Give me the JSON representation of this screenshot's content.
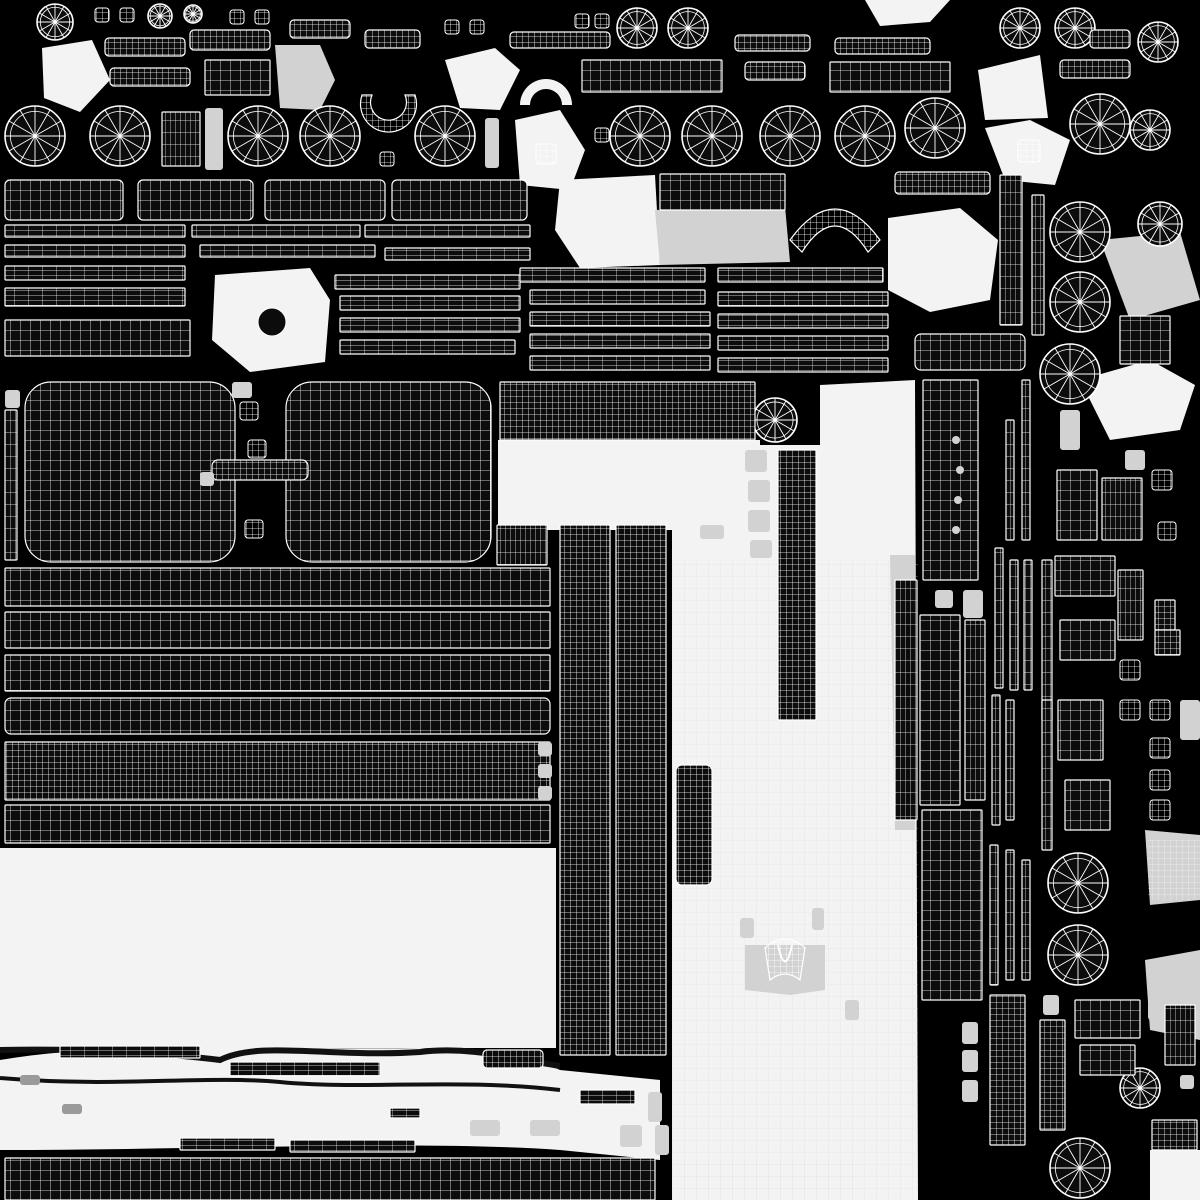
{
  "image": {
    "kind": "uv-wireframe-texture-atlas",
    "text_content": "",
    "colors": {
      "background": "#000000",
      "wire": "#ffffff",
      "fill_white": "#f3f3f3",
      "fill_light_gray": "#d2d2d2",
      "fill_gray": "#9a9a9a",
      "shell_dark": "#0c0c0c"
    },
    "element_kinds": [
      "wire-grid-panel",
      "wheel-disc",
      "white-blob",
      "gray-chip",
      "ring-arc"
    ]
  }
}
